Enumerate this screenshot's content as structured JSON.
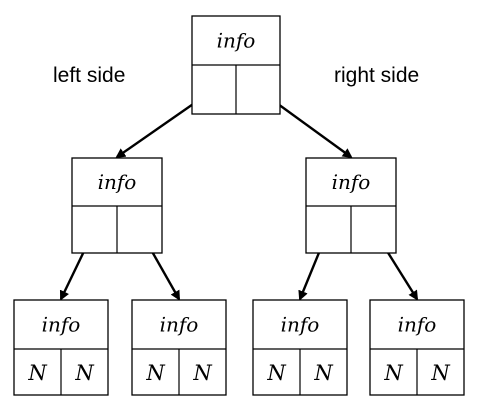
{
  "labels": {
    "left": "left side",
    "right": "right side"
  },
  "nodes": [
    {
      "id": "root",
      "info": "info"
    },
    {
      "id": "left-child",
      "info": "info"
    },
    {
      "id": "right-child",
      "info": "info"
    },
    {
      "id": "left-left-leaf",
      "info": "info",
      "left_ptr": "N",
      "right_ptr": "N"
    },
    {
      "id": "left-right-leaf",
      "info": "info",
      "left_ptr": "N",
      "right_ptr": "N"
    },
    {
      "id": "right-left-leaf",
      "info": "info",
      "left_ptr": "N",
      "right_ptr": "N"
    },
    {
      "id": "right-right-leaf",
      "info": "info",
      "left_ptr": "N",
      "right_ptr": "N"
    }
  ],
  "edges": [
    {
      "from": "root",
      "side": "left",
      "to": "left-child"
    },
    {
      "from": "root",
      "side": "right",
      "to": "right-child"
    },
    {
      "from": "left-child",
      "side": "left",
      "to": "left-left-leaf"
    },
    {
      "from": "left-child",
      "side": "right",
      "to": "left-right-leaf"
    },
    {
      "from": "right-child",
      "side": "left",
      "to": "right-left-leaf"
    },
    {
      "from": "right-child",
      "side": "right",
      "to": "right-right-leaf"
    }
  ]
}
